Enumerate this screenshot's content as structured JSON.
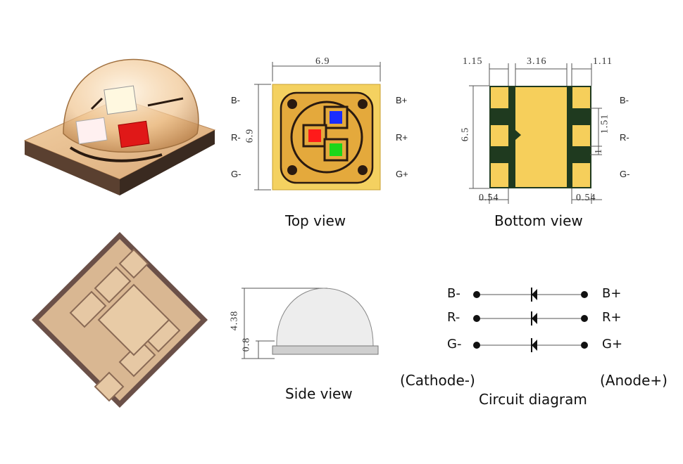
{
  "views": {
    "top": {
      "caption": "Top view",
      "width": "6.9",
      "height": "6.9",
      "left_pins": [
        "B-",
        "R-",
        "G-"
      ],
      "right_pins": [
        "B+",
        "R+",
        "G+"
      ]
    },
    "bottom": {
      "caption": "Bottom view",
      "dim_left": "1.15",
      "dim_center": "3.16",
      "dim_right": "1.11",
      "height": "6.5",
      "pad_pitch": "1.51",
      "pad_gap": "1",
      "bottom_left": "0.54",
      "bottom_right": "0.54",
      "right_pins": [
        "B-",
        "R-",
        "G-"
      ]
    },
    "side": {
      "caption": "Side view",
      "total_height": "4.38",
      "base_height": "0.8"
    },
    "circuit": {
      "caption": "Circuit diagram",
      "cathode": "(Cathode-)",
      "anode": "(Anode+)",
      "left_pins": [
        "B-",
        "R-",
        "G-"
      ],
      "right_pins": [
        "B+",
        "R+",
        "G+"
      ]
    }
  },
  "colors": {
    "pad_gold": "#f2c14a",
    "pcb_dark": "#1f3a1f",
    "led_blue": "#1a2dff",
    "led_red": "#ff1a1a",
    "led_green": "#1ad61a"
  }
}
